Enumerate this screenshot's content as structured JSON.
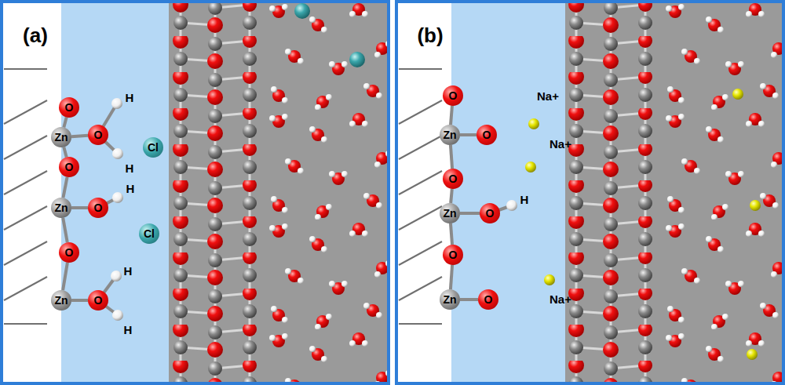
{
  "diagram": {
    "nodes": [
      {
        "text": [
          "O"
        ]
      },
      {
        "text": [
          "Zn"
        ]
      },
      {
        "text": [
          "O"
        ]
      },
      {
        "text": [
          "O"
        ]
      },
      {
        "text": [
          "Zn"
        ]
      },
      {
        "text": [
          "O"
        ]
      },
      {
        "text": [
          "O"
        ]
      },
      {
        "text": [
          "Zn"
        ]
      },
      {
        "text": [
          "O"
        ]
      },
      {
        "text": [
          "Cl"
        ]
      },
      {
        "text": [
          "Cl"
        ]
      },
      {
        "text": [
          "O"
        ]
      },
      {
        "text": [
          "Zn"
        ]
      },
      {
        "text": [
          "O"
        ]
      },
      {
        "text": [
          "O"
        ]
      },
      {
        "text": [
          "Zn"
        ]
      },
      {
        "text": [
          "O"
        ]
      },
      {
        "text": [
          "O"
        ]
      },
      {
        "text": [
          "Zn"
        ]
      },
      {
        "text": [
          "O"
        ]
      }
    ],
    "edges": [
      {
        "from": 0,
        "to": 1,
        "arrow": "none"
      },
      {
        "from": 1,
        "to": 2,
        "arrow": "none"
      },
      {
        "from": 1,
        "to": 3,
        "arrow": "none"
      },
      {
        "from": 3,
        "to": 4,
        "arrow": "none"
      },
      {
        "from": 4,
        "to": 5,
        "arrow": "none"
      },
      {
        "from": 4,
        "to": 6,
        "arrow": "none"
      },
      {
        "from": 6,
        "to": 7,
        "arrow": "none"
      },
      {
        "from": 7,
        "to": 8,
        "arrow": "none"
      },
      {
        "from": 11,
        "to": 12,
        "arrow": "none"
      },
      {
        "from": 12,
        "to": 13,
        "arrow": "none"
      },
      {
        "from": 12,
        "to": 14,
        "arrow": "none"
      },
      {
        "from": 14,
        "to": 15,
        "arrow": "none"
      },
      {
        "from": 15,
        "to": 16,
        "arrow": "none"
      },
      {
        "from": 15,
        "to": 17,
        "arrow": "none"
      },
      {
        "from": 17,
        "to": 18,
        "arrow": "none"
      },
      {
        "from": 18,
        "to": 19,
        "arrow": "none"
      }
    ],
    "labels": [
      "(a)",
      "H",
      "H",
      "H",
      "H",
      "H",
      "(b)",
      "H",
      "Na+",
      "Na+",
      "Na+"
    ]
  }
}
